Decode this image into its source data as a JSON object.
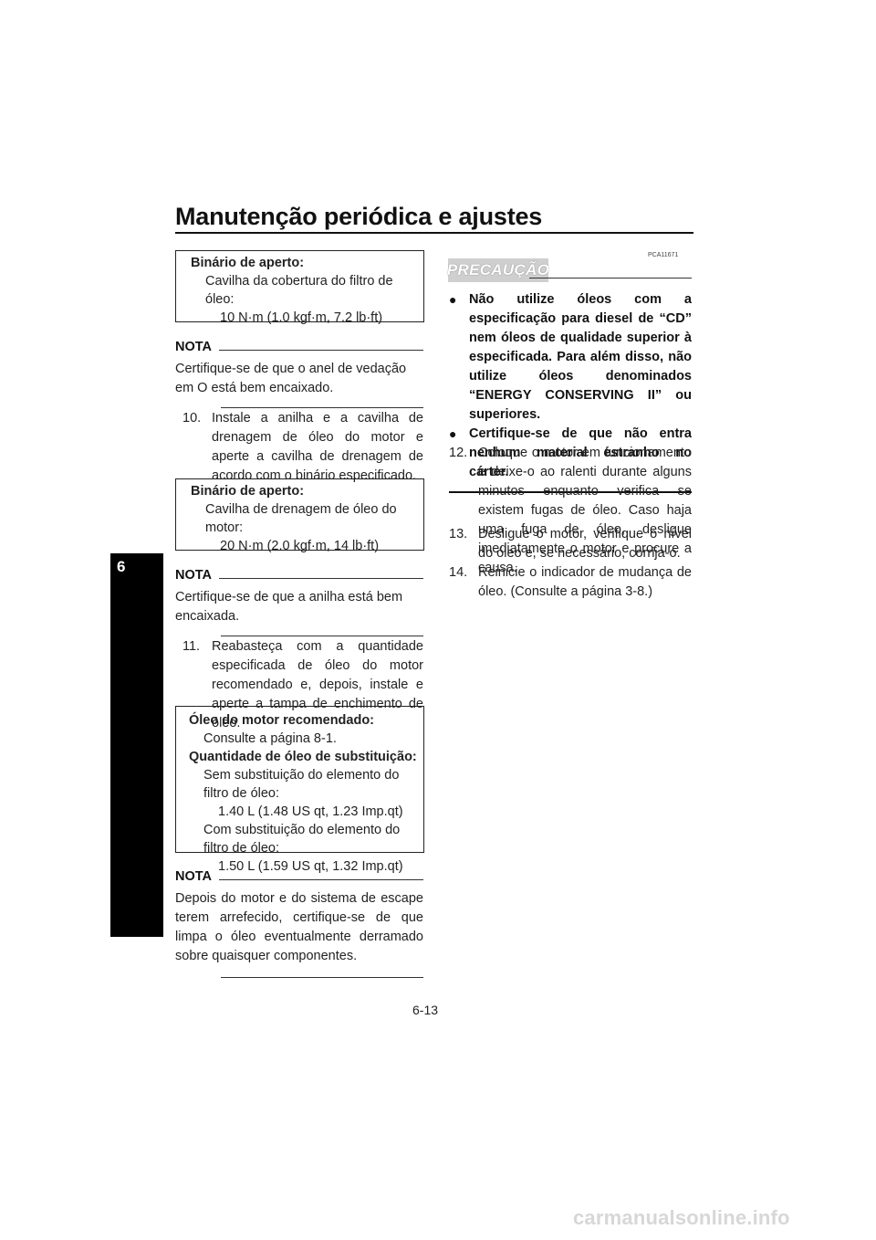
{
  "header": {
    "title": "Manutenção periódica e ajustes"
  },
  "chapter_tab": "6",
  "left": {
    "spec1": {
      "label": "Binário de aperto:",
      "item": "Cavilha da cobertura do filtro de",
      "item2": "óleo:",
      "value": "10 N·m (1.0 kgf·m, 7.2 lb·ft)"
    },
    "nota1": {
      "label": "NOTA",
      "text": "Certifique-se de que o anel de vedação em O está bem encaixado."
    },
    "step10": {
      "num": "10.",
      "text": "Instale a anilha e a cavilha de drenagem de óleo do motor e aperte a cavilha de drenagem de acordo com o binário especificado."
    },
    "spec2": {
      "label": "Binário de aperto:",
      "item": "Cavilha de drenagem de óleo do",
      "item2": "motor:",
      "value": "20 N·m (2.0 kgf·m, 14 lb·ft)"
    },
    "nota2": {
      "label": "NOTA",
      "text": "Certifique-se de que a anilha está bem encaixada."
    },
    "step11": {
      "num": "11.",
      "text": "Reabasteça com a quantidade especificada de óleo do motor recomendado e, depois, instale e aperte a tampa de enchimento de óleo."
    },
    "spec3": {
      "label1": "Óleo do motor recomendado:",
      "value1": "Consulte a página 8-1.",
      "label2": "Quantidade de óleo de substituição:",
      "sub1a": "Sem substituição do elemento do",
      "sub1b": "filtro de óleo:",
      "val1": "1.40 L (1.48 US qt, 1.23 Imp.qt)",
      "sub2a": "Com substituição do elemento do",
      "sub2b": "filtro de óleo:",
      "val2": "1.50 L (1.59 US qt, 1.32 Imp.qt)"
    },
    "nota3": {
      "label": "NOTA",
      "text": "Depois do motor e do sistema de escape terem arrefecido, certifique-se de que limpa o óleo eventualmente derramado sobre quaisquer componentes."
    }
  },
  "right": {
    "precaucao": {
      "code": "PCA11671",
      "label": "PRECAUÇÃO",
      "bullet1": "Não utilize óleos com a especificação para diesel de “CD” nem óleos de qualidade superior à especificada. Para além disso, não utilize óleos denominados “ENERGY CONSERVING II” ou superiores.",
      "bullet2": "Certifique-se de que não entra nenhum material estranho no cárter.",
      "bullet_glyph": "●"
    },
    "step12": {
      "num": "12.",
      "text": "Coloque o motor em funcionamento e deixe-o ao ralenti durante alguns minutos enquanto verifica se existem fugas de óleo. Caso haja uma fuga de óleo, desligue imediatamente o motor e procure a causa."
    },
    "step13": {
      "num": "13.",
      "text": "Desligue o motor, verifique o nível do óleo e, se necessário, corrija-o."
    },
    "step14": {
      "num": "14.",
      "text": "Reinicie o indicador de mudança de óleo. (Consulte a página 3-8.)"
    }
  },
  "footer": {
    "page_number": "6-13",
    "watermark": "carmanualsonline.info"
  }
}
